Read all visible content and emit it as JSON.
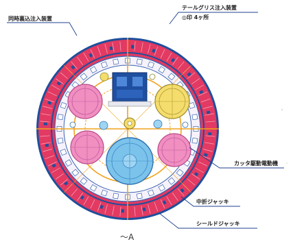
{
  "labels": {
    "simultaneous_backfill": "同時裏込注入装置",
    "tail_grease": "テールグリス注入装置",
    "tail_grease_note": "◎印 4ヶ所",
    "cutter_motor": "カッタ駆動電動機",
    "middle_jack": "中折ジャッキ",
    "shield_jack": "シールドジャッキ"
  },
  "caption": "～A",
  "colors": {
    "outer_ring": "#e23a62",
    "skin_plate": "#1e4f9c",
    "orange_lines": "#f0a21c",
    "pink_motor": "#f08fc0",
    "yellow_motor": "#f4dd6c",
    "blue_center": "#7cc3ec",
    "blue_box": "#1f4fa0",
    "leader_lines": "#1c3f8f"
  }
}
